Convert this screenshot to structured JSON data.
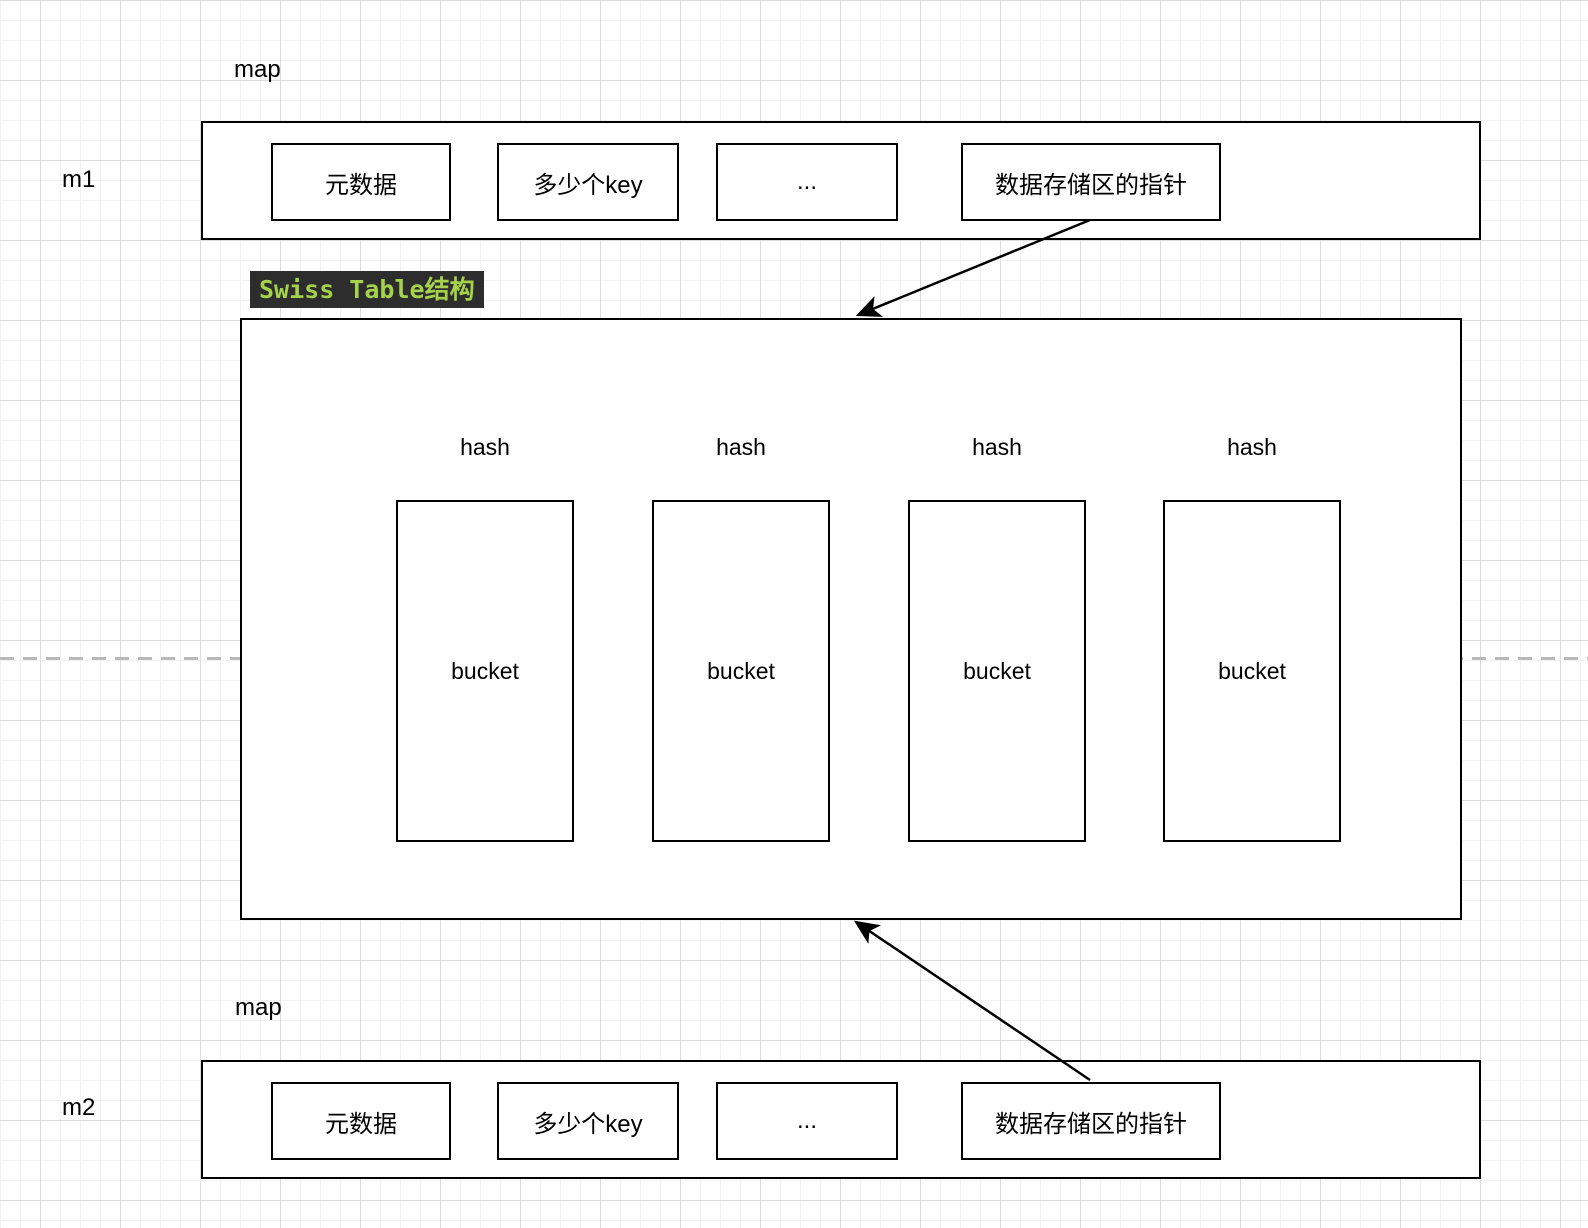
{
  "top_map": {
    "title": "map",
    "var_name": "m1",
    "fields": [
      "元数据",
      "多少个key",
      "...",
      "数据存储区的指针"
    ]
  },
  "bottom_map": {
    "title": "map",
    "var_name": "m2",
    "fields": [
      "元数据",
      "多少个key",
      "...",
      "数据存储区的指针"
    ]
  },
  "swiss_table": {
    "label": "Swiss Table结构",
    "hash_labels": [
      "hash",
      "hash",
      "hash",
      "hash"
    ],
    "bucket_labels": [
      "bucket",
      "bucket",
      "bucket",
      "bucket"
    ]
  },
  "colors": {
    "swiss_label_bg": "#2d2d2d",
    "swiss_label_text": "#a6d24b",
    "stroke": "#000000",
    "grid_major": "#dcdcdc",
    "grid_minor": "#f2f2f2",
    "dashed_guide": "#b9b9b9"
  }
}
